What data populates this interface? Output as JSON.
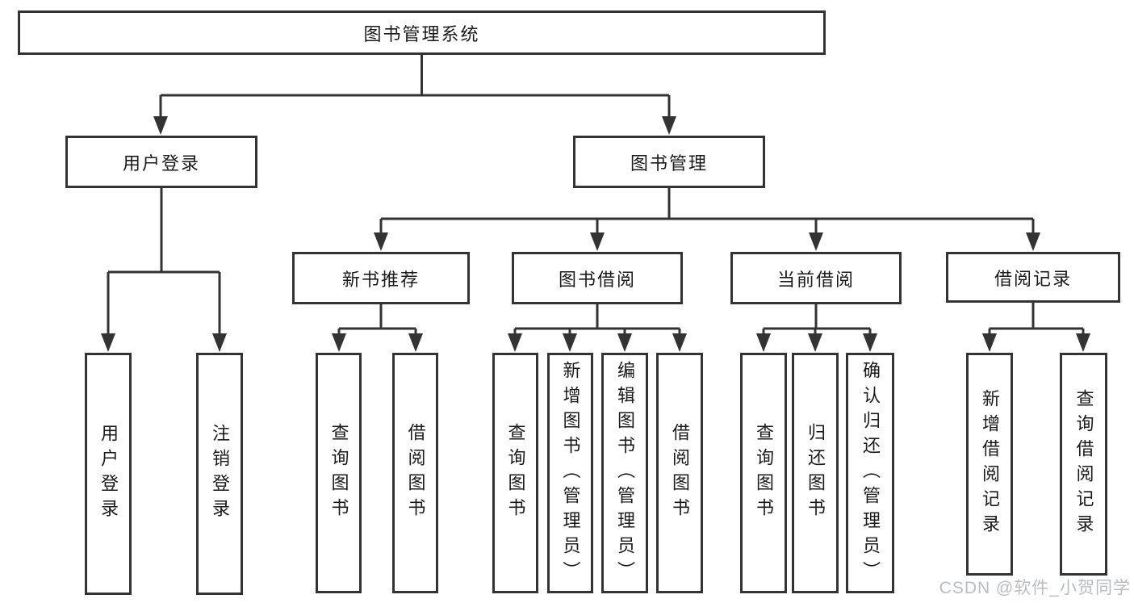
{
  "colors": {
    "line": "#333333",
    "box_border": "#333333",
    "box_bg": "#ffffff",
    "text": "#1a1a1a",
    "watermark": "#b9bdc1"
  },
  "watermark": {
    "text": "CSDN @软件_小贺同学"
  },
  "tree": {
    "root": {
      "label": "图书管理系统"
    },
    "branches": [
      {
        "label": "用户登录",
        "children": [
          {
            "label": "用户登录"
          },
          {
            "label": "注销登录"
          }
        ]
      },
      {
        "label": "图书管理",
        "groups": [
          {
            "label": "新书推荐",
            "children": [
              {
                "label": "查询图书"
              },
              {
                "label": "借阅图书"
              }
            ]
          },
          {
            "label": "图书借阅",
            "children": [
              {
                "label": "查询图书"
              },
              {
                "label": "新增图书（管理员）"
              },
              {
                "label": "编辑图书（管理员）"
              },
              {
                "label": "借阅图书"
              }
            ]
          },
          {
            "label": "当前借阅",
            "children": [
              {
                "label": "查询图书"
              },
              {
                "label": "归还图书"
              },
              {
                "label": "确认归还（管理员）"
              }
            ]
          },
          {
            "label": "借阅记录",
            "children": [
              {
                "label": "新增借阅记录"
              },
              {
                "label": "查询借阅记录"
              }
            ]
          }
        ]
      }
    ]
  }
}
